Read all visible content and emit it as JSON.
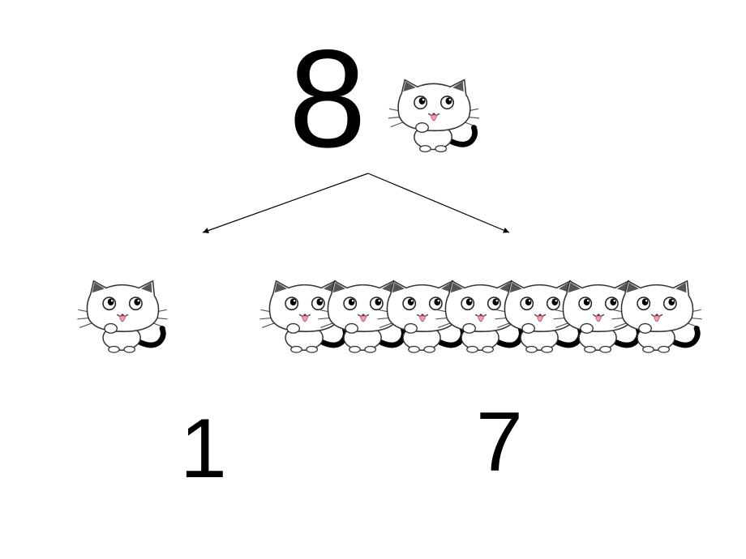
{
  "total": "8",
  "parts": [
    {
      "number": "1",
      "cat_count": 1
    },
    {
      "number": "7",
      "cat_count": 7
    }
  ],
  "icon": "cat-icon",
  "colors": {
    "ear": "#555555",
    "tongue": "#f2a0b0",
    "tail": "#000000"
  }
}
